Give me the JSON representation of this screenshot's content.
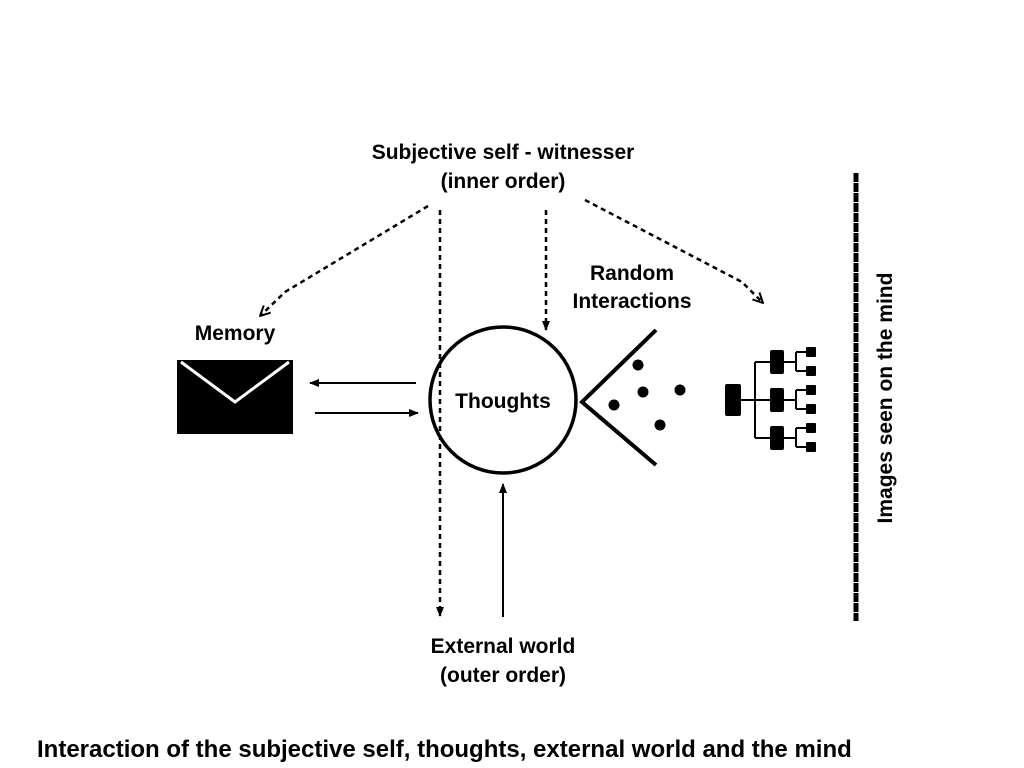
{
  "labels": {
    "subjective_line1": "Subjective self - witnesser",
    "subjective_line2": "(inner order)",
    "memory": "Memory",
    "thoughts": "Thoughts",
    "random_line1": "Random",
    "random_line2": "Interactions",
    "external_line1": "External world",
    "external_line2": "(outer order)",
    "images": "Images seen on the mind"
  },
  "caption": "Interaction of the subjective self, thoughts, external world and the mind",
  "icons": {
    "memory": "envelope-icon",
    "images": "hierarchy-tree-icon",
    "random": "scattered-dots-icon"
  },
  "colors": {
    "foreground": "#000000",
    "background": "#ffffff"
  }
}
